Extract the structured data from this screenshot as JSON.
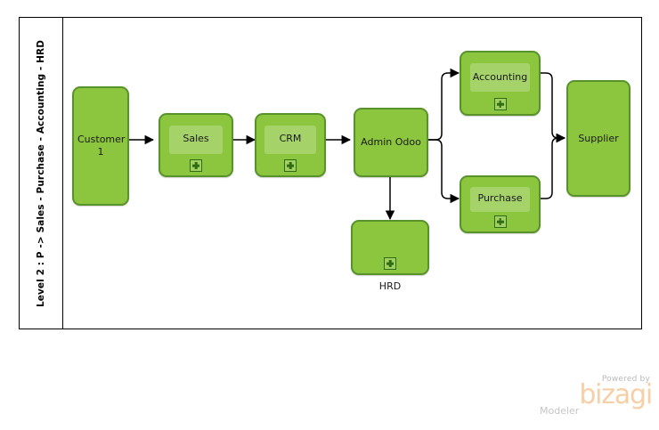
{
  "diagram": {
    "type": "bpmn-process-diagram",
    "lane": {
      "title": "Level 2 : P -> Sales - Purchase - Accounting - HRD"
    },
    "nodes": [
      {
        "id": "customer",
        "label": "Customer\n1",
        "kind": "task",
        "marker": null
      },
      {
        "id": "sales",
        "label": "Sales",
        "kind": "subprocess",
        "marker": "collapsed-plus"
      },
      {
        "id": "crm",
        "label": "CRM",
        "kind": "subprocess",
        "marker": "collapsed-plus"
      },
      {
        "id": "adminodoo",
        "label": "Admin Odoo",
        "kind": "task",
        "marker": null
      },
      {
        "id": "accounting",
        "label": "Accounting",
        "kind": "subprocess",
        "marker": "collapsed-plus"
      },
      {
        "id": "purchase",
        "label": "Purchase",
        "kind": "subprocess",
        "marker": "collapsed-plus"
      },
      {
        "id": "hrd",
        "label": "",
        "kind": "subprocess",
        "marker": "collapsed-plus",
        "external_label": "HRD"
      },
      {
        "id": "supplier",
        "label": "Supplier",
        "kind": "task",
        "marker": null
      }
    ],
    "node_labels": {
      "customer_line1": "Customer",
      "customer_line2": "1",
      "sales": "Sales",
      "crm": "CRM",
      "adminodoo": "Admin Odoo",
      "accounting": "Accounting",
      "purchase": "Purchase",
      "hrd_external": "HRD",
      "supplier": "Supplier"
    },
    "flows": [
      {
        "from": "customer",
        "to": "sales"
      },
      {
        "from": "sales",
        "to": "crm"
      },
      {
        "from": "crm",
        "to": "adminodoo"
      },
      {
        "from": "adminodoo",
        "to": "accounting"
      },
      {
        "from": "adminodoo",
        "to": "purchase"
      },
      {
        "from": "adminodoo",
        "to": "hrd"
      },
      {
        "from": "accounting",
        "to": "supplier"
      },
      {
        "from": "purchase",
        "to": "supplier"
      }
    ],
    "colors": {
      "shape_fill": "#8cc63f",
      "shape_border": "#57932a",
      "marker": "#2e6b13",
      "connector": "#000000",
      "pool_border": "#000000",
      "brand": "#f7cfa6"
    }
  },
  "watermark": {
    "powered_by": "Powered by",
    "brand": "bizagi",
    "product": "Modeler"
  }
}
